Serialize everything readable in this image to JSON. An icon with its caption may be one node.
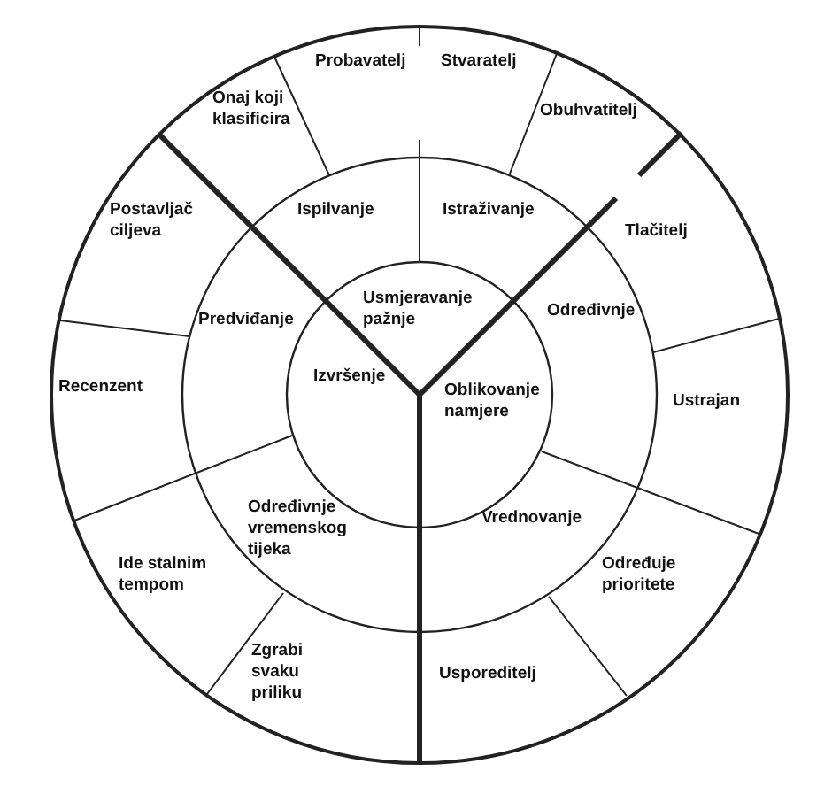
{
  "diagram": {
    "nodes": [
      {
        "text": [
          "Probavatelj"
        ]
      },
      {
        "text": [
          "Stvaratelj"
        ]
      },
      {
        "text": [
          "Onaj koji klasificira"
        ]
      },
      {
        "text": [
          "Obuhvatitelj"
        ]
      },
      {
        "text": [
          "Postavljač ciljeva"
        ]
      },
      {
        "text": [
          "Tlačitelj"
        ]
      },
      {
        "text": [
          "Ispilvanje"
        ]
      },
      {
        "text": [
          "Istraživanje"
        ]
      },
      {
        "text": [
          "Predviđanje"
        ]
      },
      {
        "text": [
          "Određivnje"
        ]
      },
      {
        "text": [
          "Usmjeravanje pažnje"
        ]
      },
      {
        "text": [
          "Recenzent"
        ]
      },
      {
        "text": [
          "Izvršenje"
        ]
      },
      {
        "text": [
          "Oblikovanje namjere"
        ]
      },
      {
        "text": [
          "Ustrajan"
        ]
      },
      {
        "text": [
          "Određivnje vremenskog tijeka"
        ]
      },
      {
        "text": [
          "Vrednovanje"
        ]
      },
      {
        "text": [
          "Ide stalnim tempom"
        ]
      },
      {
        "text": [
          "Određuje prioritete"
        ]
      },
      {
        "text": [
          "Zgrabi svaku priliku"
        ]
      },
      {
        "text": [
          "Usporeditelj"
        ]
      }
    ]
  }
}
